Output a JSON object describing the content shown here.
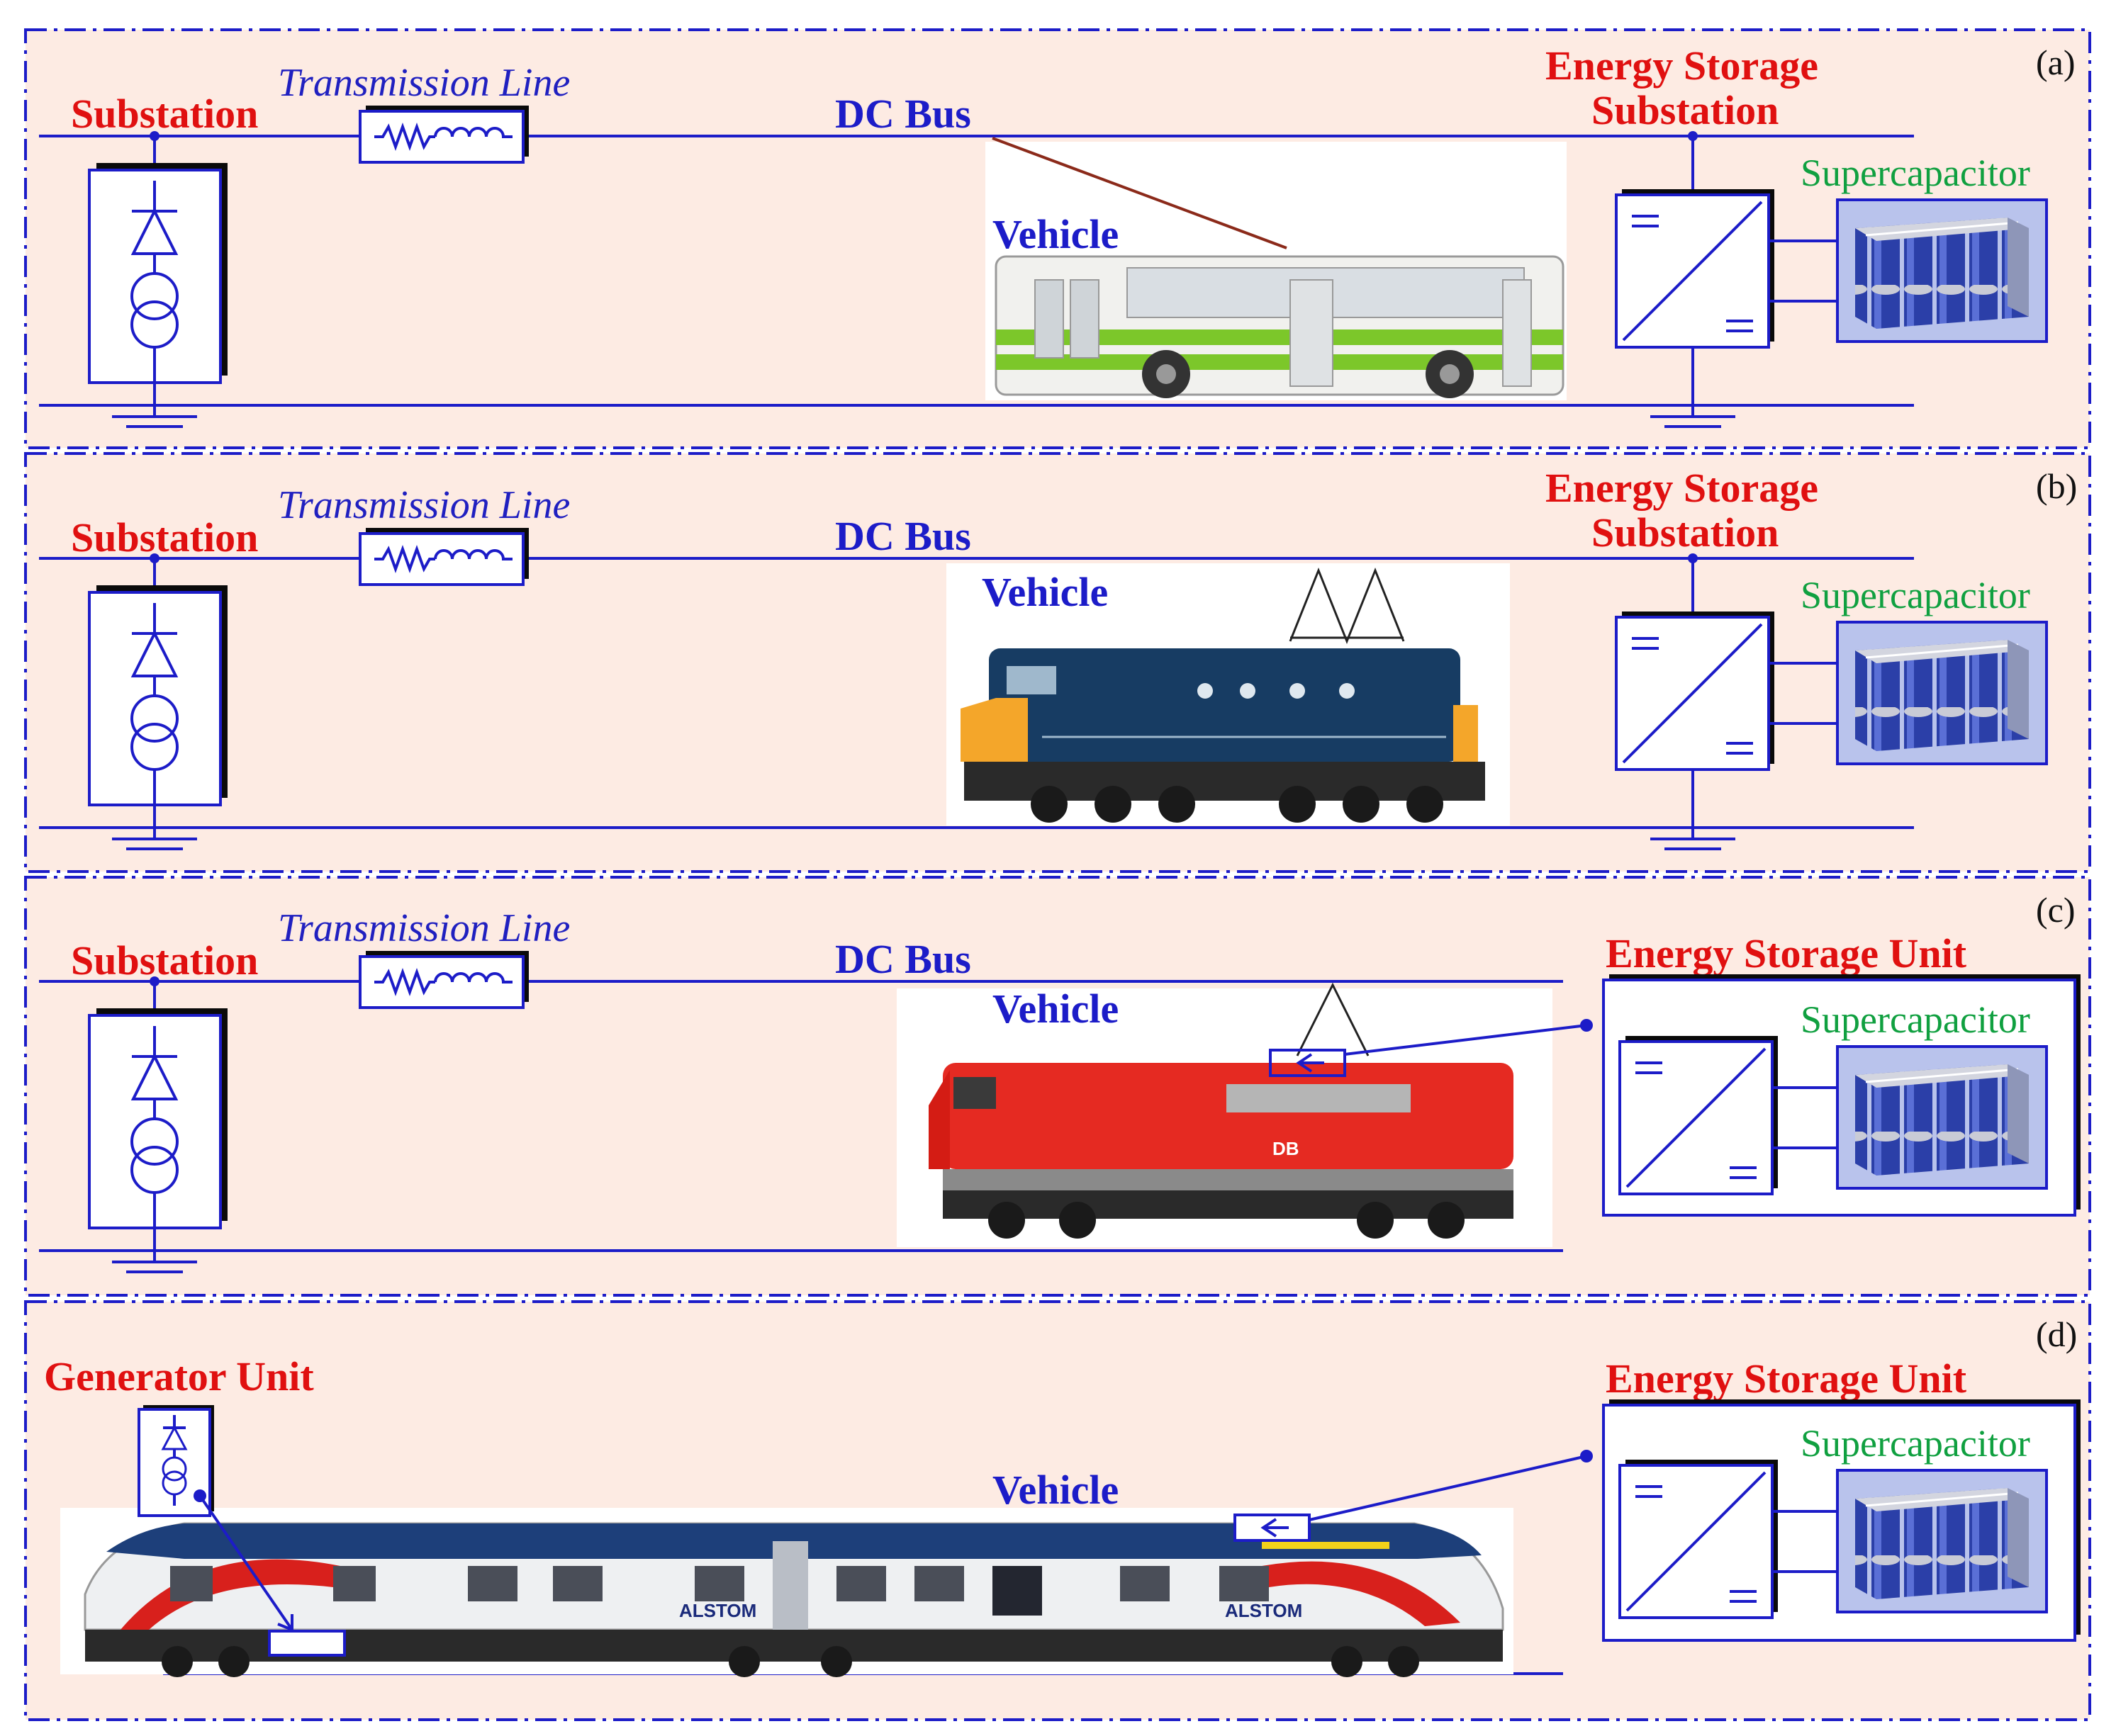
{
  "panels": [
    {
      "tag": "(a)",
      "substation": "Substation",
      "transmission_line": "Transmission Line",
      "dc_bus": "DC Bus",
      "vehicle": "Vehicle",
      "storage_line1": "Energy Storage",
      "storage_line2": "Substation",
      "supercapacitor": "Supercapacitor",
      "vehicle_kind": "trolleybus-icon"
    },
    {
      "tag": "(b)",
      "substation": "Substation",
      "transmission_line": "Transmission Line",
      "dc_bus": "DC Bus",
      "vehicle": "Vehicle",
      "storage_line1": "Energy Storage",
      "storage_line2": "Substation",
      "supercapacitor": "Supercapacitor",
      "vehicle_kind": "blue-locomotive-icon"
    },
    {
      "tag": "(c)",
      "substation": "Substation",
      "transmission_line": "Transmission Line",
      "dc_bus": "DC Bus",
      "vehicle": "Vehicle",
      "storage_unit": "Energy Storage Unit",
      "supercapacitor": "Supercapacitor",
      "vehicle_kind": "red-locomotive-icon",
      "loco_logo": "DB"
    },
    {
      "tag": "(d)",
      "generator_unit": "Generator Unit",
      "vehicle": "Vehicle",
      "storage_unit": "Energy Storage Unit",
      "supercapacitor": "Supercapacitor",
      "vehicle_kind": "diesel-multiple-unit-icon",
      "train_logo_1": "ALSTOM",
      "train_logo_2": "ALSTOM"
    }
  ],
  "colors": {
    "panel_background": "#fdebe3",
    "line": "#1c1cc8",
    "red_label": "#e01010",
    "green_label": "#10a040"
  }
}
